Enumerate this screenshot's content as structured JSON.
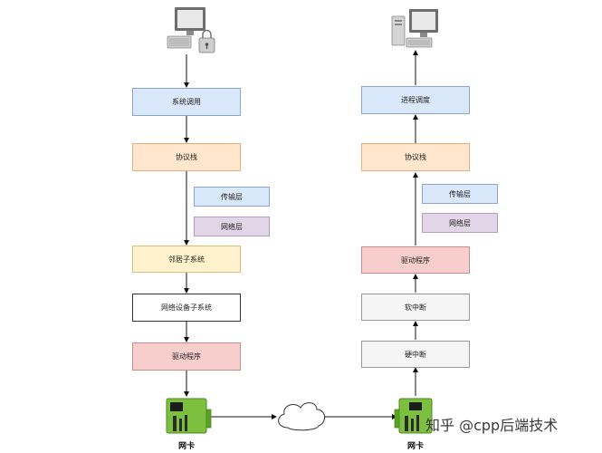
{
  "left": {
    "syscall": "系统调用",
    "stack": "协议栈",
    "transport": "传输层",
    "network": "网络层",
    "neighbor": "邻居子系统",
    "netdev": "网络设备子系统",
    "driver": "驱动程序",
    "nic_label": "网卡"
  },
  "right": {
    "schedule": "进程调度",
    "stack": "协议栈",
    "transport": "传输层",
    "network": "网络层",
    "driver": "驱动程序",
    "softirq": "软中断",
    "hardirq": "硬中断",
    "nic_label": "网卡"
  },
  "watermark": "知乎 @cpp后端技术",
  "colors": {
    "blue": "#dae8fc",
    "orange": "#ffe6cc",
    "yellow": "#fff2cc",
    "purple": "#e1d5e7",
    "red": "#f8cecc",
    "gray": "#f5f5f5",
    "nic_green": "#7dbf3e"
  }
}
